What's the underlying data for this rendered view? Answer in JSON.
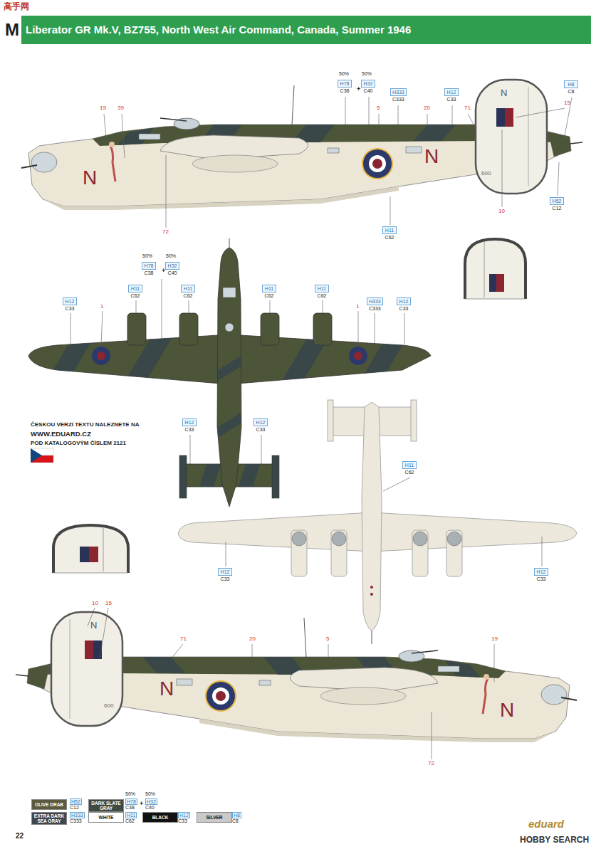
{
  "diagram": {
    "title": "Liberator GR Mk.V, BZ755, North West Air Command, Canada, Summer 1946",
    "nodes": [
      {
        "text": [
          "H78",
          "C38"
        ]
      },
      {
        "text": [
          "H32",
          "C40"
        ]
      },
      {
        "text": [
          "H333",
          "C333"
        ]
      },
      {
        "text": [
          "H12",
          "C33"
        ]
      },
      {
        "text": [
          "H8",
          "C8"
        ]
      },
      {
        "text": [
          "H52",
          "C12"
        ]
      },
      {
        "text": [
          "H11",
          "C62"
        ]
      },
      {
        "text": [
          "H78",
          "C38"
        ]
      },
      {
        "text": [
          "H32",
          "C40"
        ]
      },
      {
        "text": [
          "H11",
          "C62"
        ]
      },
      {
        "text": [
          "H11",
          "C62"
        ]
      },
      {
        "text": [
          "H11",
          "C62"
        ]
      },
      {
        "text": [
          "H11",
          "C62"
        ]
      },
      {
        "text": [
          "H12",
          "C33"
        ]
      },
      {
        "text": [
          "H333",
          "C333"
        ]
      },
      {
        "text": [
          "H12",
          "C33"
        ]
      },
      {
        "text": [
          "H12",
          "C33"
        ]
      },
      {
        "text": [
          "H12",
          "C33"
        ]
      },
      {
        "text": [
          "H11",
          "C62"
        ]
      },
      {
        "text": [
          "H12",
          "C33"
        ]
      },
      {
        "text": [
          "H12",
          "C33"
        ]
      }
    ],
    "labels": [
      "高手网",
      "M",
      "19",
      "39",
      "50%",
      "50%",
      "+",
      "5",
      "20",
      "71",
      "15",
      "N",
      "N",
      "N",
      "600",
      "10",
      "72",
      "50%",
      "50%",
      "+",
      "1",
      "1",
      "ČESKOU VERZI TEXTU NALEZNETE NA",
      "WWW.EDUARD.CZ",
      "POD KATALOGOVÝM ČÍSLEM 2121",
      "10",
      "15",
      "71",
      "20",
      "5",
      "19",
      "N",
      "600",
      "N",
      "N",
      "72",
      "H52",
      "C12",
      "50%",
      "50%",
      "H78",
      "C38",
      "+",
      "H32",
      "C40",
      "H333",
      "C333",
      "H11",
      "C62",
      "H12",
      "C33",
      "H8",
      "C8",
      "22",
      "eduard",
      "HOBBY SEARCH"
    ],
    "legend": [
      {
        "text": "OLIVE DRAB",
        "color": "#5b5a3f"
      },
      {
        "text": "DARK SLATE GRAY",
        "color": "#3f4a45"
      },
      {
        "text": "EXTRA DARK SEA GRAY",
        "color": "#3e4650"
      },
      {
        "text": "WHITE",
        "color": "#ffffff"
      },
      {
        "text": "BLACK",
        "color": "#111111"
      },
      {
        "text": "SILVER",
        "color": "#c9c9c9"
      }
    ]
  }
}
